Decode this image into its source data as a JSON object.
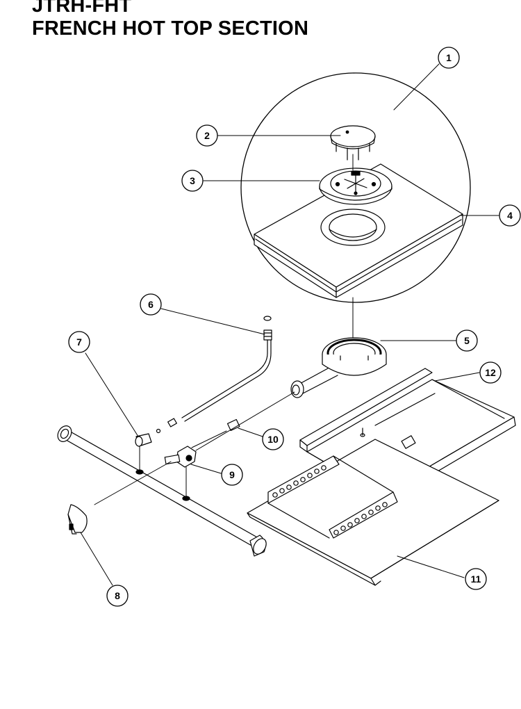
{
  "header": {
    "model": "JTRH-FHT",
    "section": "FRENCH HOT TOP SECTION"
  },
  "callouts": [
    {
      "id": "callout-1",
      "label": "1"
    },
    {
      "id": "callout-2",
      "label": "2"
    },
    {
      "id": "callout-3",
      "label": "3"
    },
    {
      "id": "callout-4",
      "label": "4"
    },
    {
      "id": "callout-5",
      "label": "5"
    },
    {
      "id": "callout-6",
      "label": "6"
    },
    {
      "id": "callout-7",
      "label": "7"
    },
    {
      "id": "callout-8",
      "label": "8"
    },
    {
      "id": "callout-9",
      "label": "9"
    },
    {
      "id": "callout-10",
      "label": "10"
    },
    {
      "id": "callout-11",
      "label": "11"
    },
    {
      "id": "callout-12",
      "label": "12"
    }
  ]
}
